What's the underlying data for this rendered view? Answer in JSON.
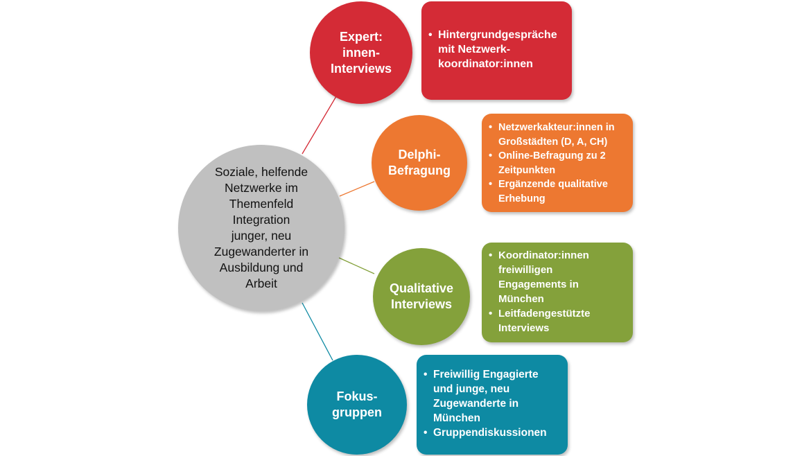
{
  "center": {
    "label": "Soziale, helfende\nNetzwerke im\nThemenfeld\nIntegration\njunger, neu\nZugewanderter in\nAusbildung und\nArbeit",
    "color": "#c0c0c0"
  },
  "branches": [
    {
      "title": "Expert:\ninnen-\nInterviews",
      "color": "#d42b36",
      "items": [
        "Hintergrundgespräche\nmit Netzwerk-\nkoordinator:innen"
      ]
    },
    {
      "title": "Delphi-\nBefragung",
      "color": "#ed7831",
      "items": [
        "Netzwerkakteur:innen in\nGroßstädten (D, A, CH)",
        "Online-Befragung zu 2\nZeitpunkten",
        "Ergänzende qualitative\nErhebung"
      ]
    },
    {
      "title": "Qualitative\nInterviews",
      "color": "#84a13b",
      "items": [
        "Koordinator:innen\nfreiwilligen\nEngagements in\nMünchen",
        "Leitfadengestützte\nInterviews"
      ]
    },
    {
      "title": "Fokus-\ngruppen",
      "color": "#0e8aa3",
      "items": [
        "Freiwillig Engagierte\nund junge, neu\nZugewanderte in\nMünchen",
        "Gruppendiskussionen"
      ]
    }
  ]
}
